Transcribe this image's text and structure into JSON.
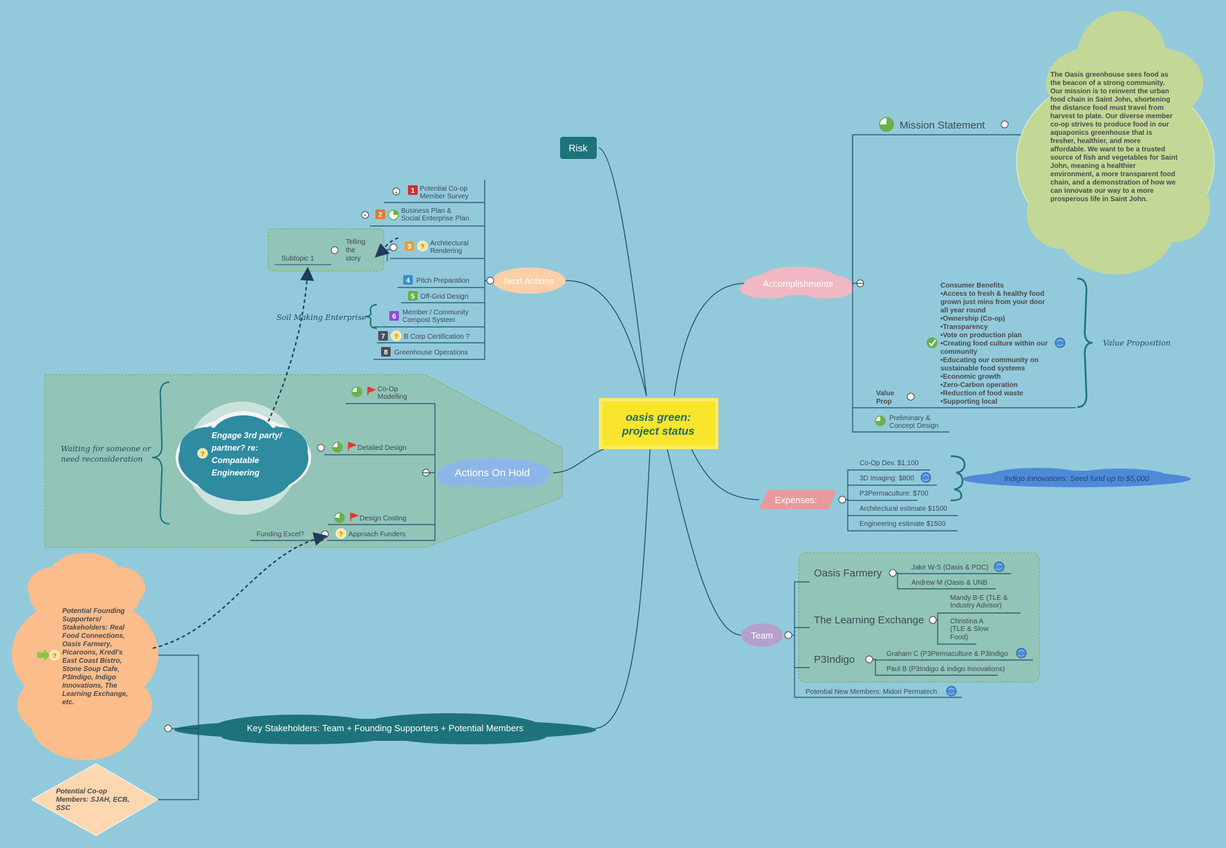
{
  "central": {
    "line1": "oasis green:",
    "line2": "project status"
  },
  "risk": "Risk",
  "next_actions": {
    "label": "Next Actions",
    "items": [
      {
        "num": "1",
        "l1": "Potential Co-op",
        "l2": "Member Survey"
      },
      {
        "num": "2",
        "l1": "Business Plan &",
        "l2": "Social Enterprise Plan"
      },
      {
        "num": "3",
        "l1": "Architectural",
        "l2": "Rendering"
      },
      {
        "num": "4",
        "l1": "Pitch Preparation",
        "l2": ""
      },
      {
        "num": "5",
        "l1": "Off-Grid Design",
        "l2": ""
      },
      {
        "num": "6",
        "l1": "Member / Community",
        "l2": "Compost System"
      },
      {
        "num": "7",
        "l1": "B Corp Certification ?",
        "l2": ""
      },
      {
        "num": "8",
        "l1": "Greenhouse Operations",
        "l2": ""
      }
    ],
    "telling": [
      "Telling",
      "the",
      "story"
    ],
    "subtopic": "Subtopic 1",
    "soil": "Soil Making Enterprise"
  },
  "on_hold": {
    "label": "Actions On Hold",
    "waiting": [
      "Waiting for someone or",
      "need reconsideration"
    ],
    "cloud": [
      "Engage 3rd party/",
      "partner? re:",
      "Compatable",
      "Engineering"
    ],
    "items": {
      "coop_modelling": [
        "Co-Op",
        "Modelling"
      ],
      "detailed_design": "Detailed Design",
      "design_costing": "Design Costing",
      "approach_funders": "Approach Funders",
      "funding_excel": "Funding Excel?"
    }
  },
  "stakeholders": {
    "label": "Key Stakeholders: Team + Founding Supporters + Potential Members",
    "supporters": [
      "Potential Founding",
      "Supporters/",
      "Stakeholders: Real",
      "Food Connections,",
      "Oasis Farmery,",
      "Picaroons, Kredl's",
      "East Coast Bistro,",
      "Stone Soup Cafe,",
      "P3Indigo, Indigo",
      "Innovations, The",
      "Learning Exchange,",
      "etc."
    ],
    "members": [
      "Potential Co-op",
      "Members: SJAH, ECB,",
      "SSC"
    ]
  },
  "accomplishments": {
    "label": "Accomplishments",
    "mission_title": "Mission Statement",
    "mission_text": [
      "The Oasis greenhouse sees food as",
      "the beacon of a strong community.",
      "Our mission is to reinvent the urban",
      "food chain in Saint John, shortening",
      "the distance food must travel from",
      "harvest to plate. Our diverse member",
      "co-op strives to produce food in our",
      "aquaponics greenhouse that is",
      "fresher, healthier, and more",
      "affordable. We want to be a trusted",
      "source of fish and vegetables for Saint",
      "John, meaning a healthier",
      "environment, a more transparent food",
      "chain, and a demonstration of how we",
      "can innovate our way to a more",
      "prosperous life in Saint John."
    ],
    "value_prop": [
      "Value",
      "Prop"
    ],
    "benefits": [
      "Consumer Benefits",
      "•Access to fresh & healthy food",
      "grown just mins from your door",
      "all year round",
      "•Ownership (Co-op)",
      "•Transparency",
      "•Vote on production plan",
      "•Creating food culture within our",
      "community",
      "•Educating our community on",
      "sustainable food systems",
      "•Economic growth",
      "•Zero-Carbon operation",
      "•Reduction of food waste",
      "•Supporting local"
    ],
    "value_proposition": "Value Proposition",
    "preliminary": [
      "Preliminary &",
      "Concept Design"
    ]
  },
  "expenses": {
    "label": "Expenses:",
    "items": [
      "Co-Op Dev. $1,100",
      "3D Imaging: $800",
      "P3Permaculture: $700",
      "Architectural estimate $1500",
      "Engineering estimate $1500"
    ],
    "indigo": "Indigo Innovations: Seed fund up to $5,000"
  },
  "team": {
    "label": "Team",
    "groups": [
      {
        "name": "Oasis Farmery",
        "members": [
          [
            "Jake W-S (Oasis & PDC)"
          ],
          [
            "Andrew M (Oasis & UNB"
          ]
        ]
      },
      {
        "name": "The Learning Exchange",
        "members": [
          [
            "Mandy B-E (TLE &",
            "Industry Advisor)"
          ],
          [
            "Christina A",
            "(TLE & Slow",
            "Food)"
          ]
        ]
      },
      {
        "name": "P3Indigo",
        "members": [
          [
            "Graham C (P3Permaculture & P3Indigo"
          ],
          [
            "Paul B (P3Indigo & indigo Innovations)"
          ]
        ]
      }
    ],
    "potential": "Potential New Members: Midori Permatech"
  },
  "colors": {
    "background": "#92cadc",
    "central_fill": "#f8e52c",
    "central_text": "#1e6a6a",
    "risk": "#1e737a",
    "next_actions": "#fbcfa8",
    "on_hold": "#8db6e8",
    "stakeholders": "#1e737a",
    "accomplishments": "#f0b8c2",
    "expenses": "#e79a9c",
    "team": "#b5a0cc",
    "mission_cloud": "#c3d897",
    "supporters_cloud": "#fbbd8c",
    "indigo_cloud": "#4e8ad8",
    "boundary": "#92c4b8"
  }
}
